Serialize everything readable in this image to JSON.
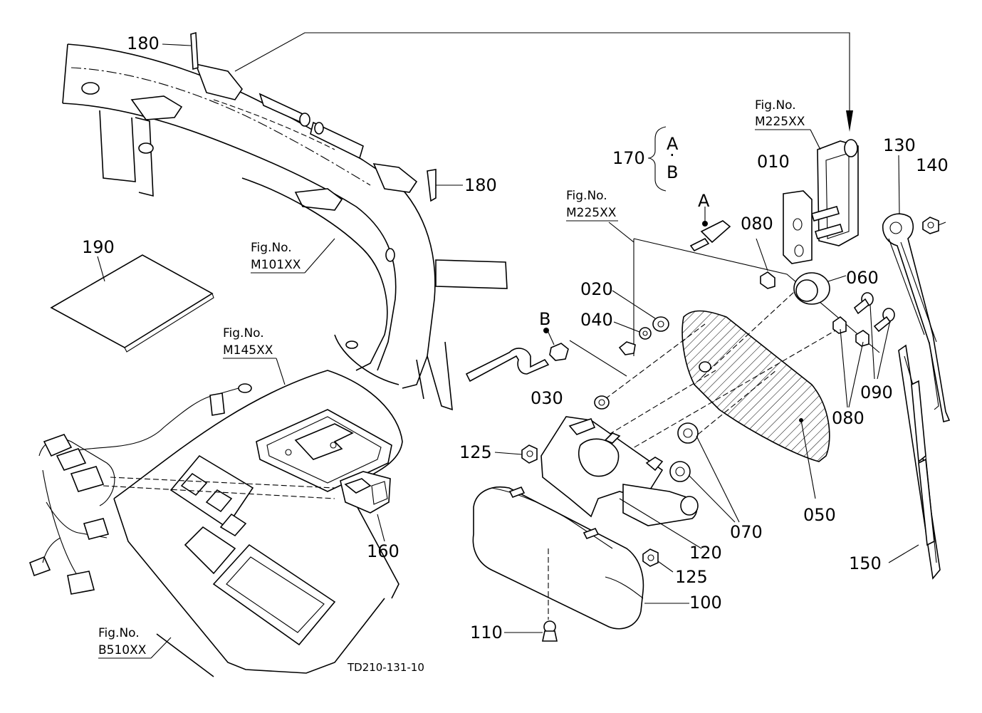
{
  "parts": {
    "p010": "010",
    "p020": "020",
    "p030": "030",
    "p040": "040",
    "p050": "050",
    "p060": "060",
    "p070": "070",
    "p080a": "080",
    "p080b": "080",
    "p090": "090",
    "p100": "100",
    "p110": "110",
    "p120": "120",
    "p125a": "125",
    "p125b": "125",
    "p130": "130",
    "p140": "140",
    "p150": "150",
    "p160": "160",
    "p170": "170",
    "p180a": "180",
    "p180b": "180",
    "p190": "190"
  },
  "figure_refs": {
    "m225_top": {
      "line1": "Fig.No.",
      "line2": "M225XX"
    },
    "m225_mid": {
      "line1": "Fig.No.",
      "line2": "M225XX"
    },
    "m101": {
      "line1": "Fig.No.",
      "line2": "M101XX"
    },
    "m145": {
      "line1": "Fig.No.",
      "line2": "M145XX"
    },
    "b510": {
      "line1": "Fig.No.",
      "line2": "B510XX"
    }
  },
  "variants": {
    "a": "A",
    "dot": "·",
    "b": "B"
  },
  "callouts": {
    "a": "A",
    "b": "B"
  },
  "drawing_id": "TD210-131-10"
}
